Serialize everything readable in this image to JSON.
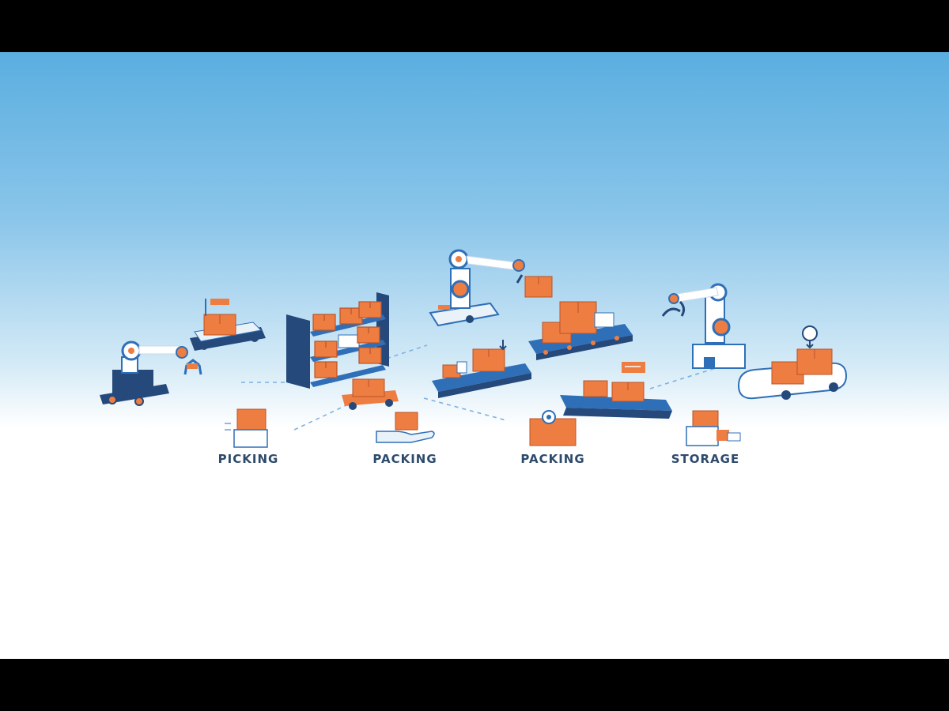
{
  "colors": {
    "sky_top": "#5aaee0",
    "navy": "#24497a",
    "blue": "#2f6fb7",
    "orange": "#ee7d42",
    "white": "#ffffff",
    "label": "#2d4a6b"
  },
  "stages": [
    {
      "label": "PICKING",
      "icon": "box-with-list-icon"
    },
    {
      "label": "PACKING",
      "icon": "box-on-hand-icon"
    },
    {
      "label": "PACKING",
      "icon": "taped-box-icon"
    },
    {
      "label": "STORAGE",
      "icon": "boxes-with-truck-icon"
    }
  ]
}
